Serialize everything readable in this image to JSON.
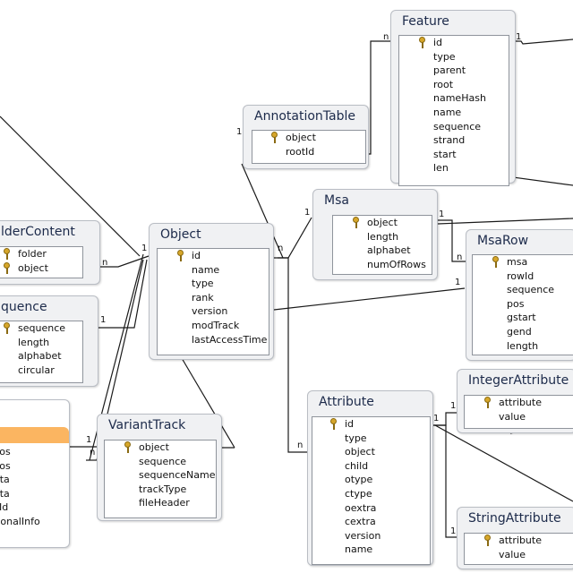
{
  "diagram": {
    "tables": [
      {
        "id": "feature",
        "title": "Feature",
        "fields": [
          {
            "name": "id",
            "key": true
          },
          {
            "name": "type"
          },
          {
            "name": "parent"
          },
          {
            "name": "root"
          },
          {
            "name": "nameHash"
          },
          {
            "name": "name"
          },
          {
            "name": "sequence"
          },
          {
            "name": "strand"
          },
          {
            "name": "start"
          },
          {
            "name": "len"
          }
        ]
      },
      {
        "id": "annotationtable",
        "title": "AnnotationTable",
        "fields": [
          {
            "name": "object",
            "key": true
          },
          {
            "name": "rootId"
          }
        ]
      },
      {
        "id": "msa",
        "title": "Msa",
        "fields": [
          {
            "name": "object",
            "key": true
          },
          {
            "name": "length"
          },
          {
            "name": "alphabet"
          },
          {
            "name": "numOfRows"
          }
        ]
      },
      {
        "id": "msarow",
        "title": "MsaRow",
        "fields": [
          {
            "name": "msa",
            "key": true
          },
          {
            "name": "rowId"
          },
          {
            "name": "sequence"
          },
          {
            "name": "pos"
          },
          {
            "name": "gstart"
          },
          {
            "name": "gend"
          },
          {
            "name": "length"
          }
        ]
      },
      {
        "id": "object",
        "title": "Object",
        "fields": [
          {
            "name": "id",
            "key": true
          },
          {
            "name": "name"
          },
          {
            "name": "type"
          },
          {
            "name": "rank"
          },
          {
            "name": "version"
          },
          {
            "name": "modTrack"
          },
          {
            "name": "lastAccessTime"
          }
        ]
      },
      {
        "id": "foldercontent",
        "title": "lderContent",
        "fields": [
          {
            "name": "folder",
            "key": true
          },
          {
            "name": "object",
            "key": true
          }
        ]
      },
      {
        "id": "sequence",
        "title": "quence",
        "fields": [
          {
            "name": "sequence",
            "key": true
          },
          {
            "name": "length"
          },
          {
            "name": "alphabet"
          },
          {
            "name": "circular"
          }
        ]
      },
      {
        "id": "partial",
        "title": "",
        "fields": [
          {
            "name": "Pos"
          },
          {
            "name": "Pos"
          },
          {
            "name": "ata"
          },
          {
            "name": "ata"
          },
          {
            "name": "cId"
          },
          {
            "name": "tionalInfo"
          }
        ]
      },
      {
        "id": "varianttrack",
        "title": "VariantTrack",
        "fields": [
          {
            "name": "object",
            "key": true
          },
          {
            "name": "sequence"
          },
          {
            "name": "sequenceName"
          },
          {
            "name": "trackType"
          },
          {
            "name": "fileHeader"
          }
        ]
      },
      {
        "id": "attribute",
        "title": "Attribute",
        "fields": [
          {
            "name": "id",
            "key": true
          },
          {
            "name": "type"
          },
          {
            "name": "object"
          },
          {
            "name": "child"
          },
          {
            "name": "otype"
          },
          {
            "name": "ctype"
          },
          {
            "name": "oextra"
          },
          {
            "name": "cextra"
          },
          {
            "name": "version"
          },
          {
            "name": "name"
          }
        ]
      },
      {
        "id": "integerattribute",
        "title": "IntegerAttribute",
        "fields": [
          {
            "name": "attribute",
            "key": true
          },
          {
            "name": "value"
          }
        ]
      },
      {
        "id": "stringattribute",
        "title": "StringAttribute",
        "fields": [
          {
            "name": "attribute",
            "key": true
          },
          {
            "name": "value"
          }
        ]
      }
    ],
    "cardinality": {
      "one": "1",
      "many": "n"
    },
    "colors": {
      "accent": "#fbb561",
      "line": "#1a1a1a",
      "panel": "#f0f1f3"
    }
  }
}
